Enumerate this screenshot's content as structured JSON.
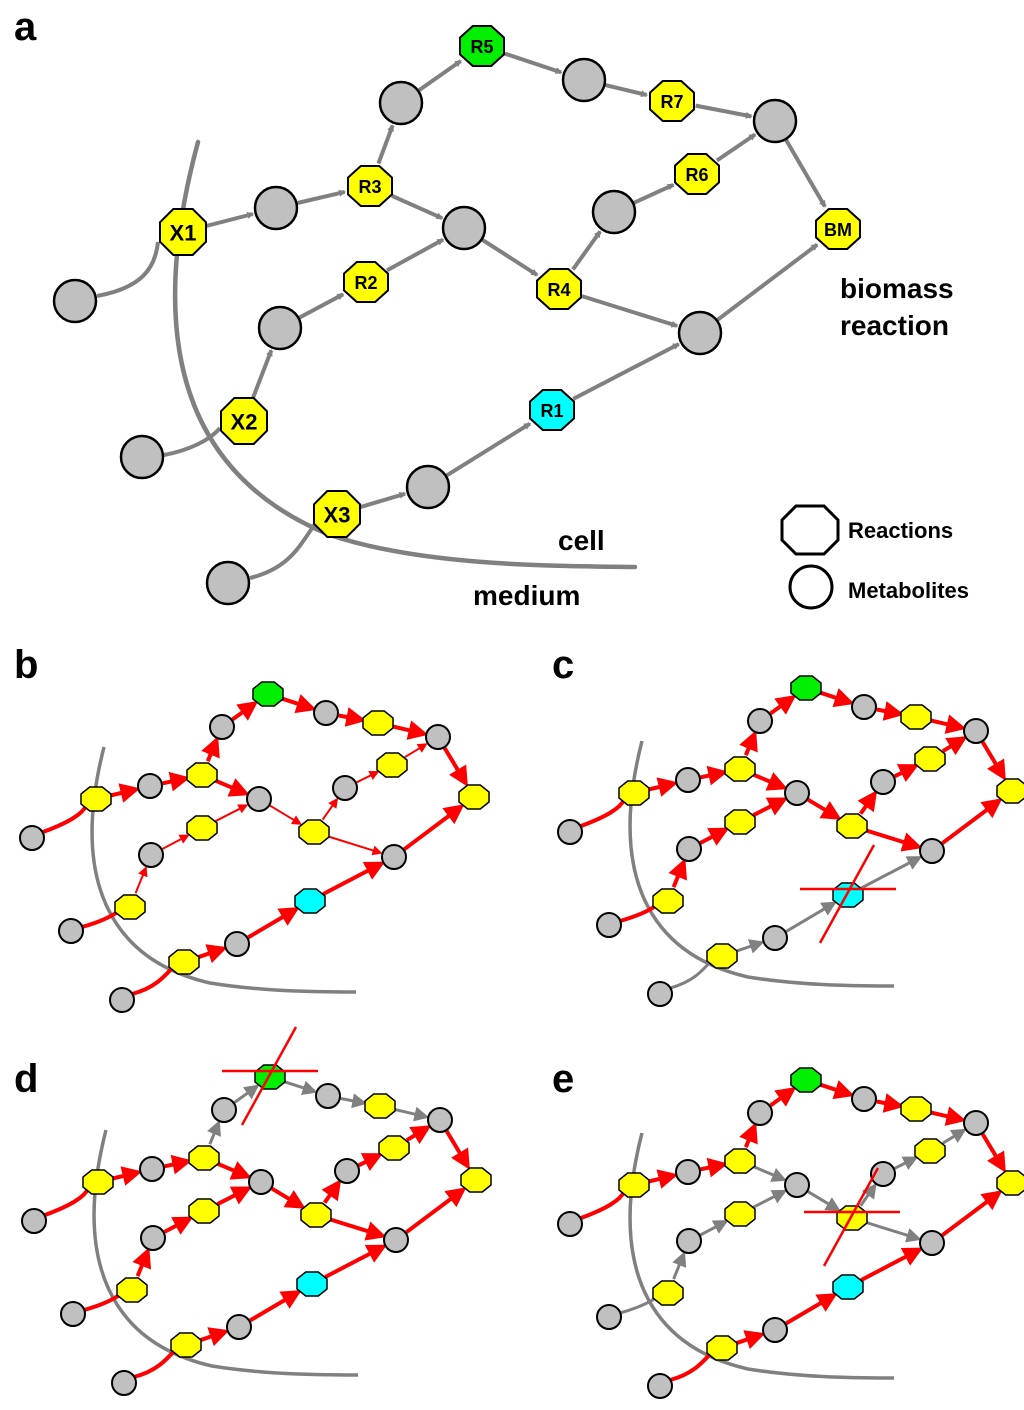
{
  "panels": {
    "a": "a",
    "b": "b",
    "c": "c",
    "d": "d",
    "e": "e"
  },
  "labels": {
    "biomass_line1": "biomass",
    "biomass_line2": "reaction",
    "cell": "cell",
    "medium": "medium"
  },
  "legend": {
    "reactions": "Reactions",
    "metabolites": "Metabolites"
  },
  "colors": {
    "reaction": "#ffff00",
    "reaction_R1": "#00ffff",
    "reaction_R5": "#00ee00",
    "metabolite": "#c0c0c0",
    "membrane": "#808080",
    "arrow_gray": "#808080",
    "arrow_red": "#ff0000"
  },
  "reactions": [
    {
      "id": "X1",
      "label": "X1"
    },
    {
      "id": "X2",
      "label": "X2"
    },
    {
      "id": "X3",
      "label": "X3"
    },
    {
      "id": "R1",
      "label": "R1"
    },
    {
      "id": "R2",
      "label": "R2"
    },
    {
      "id": "R3",
      "label": "R3"
    },
    {
      "id": "R4",
      "label": "R4"
    },
    {
      "id": "R5",
      "label": "R5"
    },
    {
      "id": "R6",
      "label": "R6"
    },
    {
      "id": "R7",
      "label": "R7"
    },
    {
      "id": "BM",
      "label": "BM"
    }
  ],
  "panel_states": {
    "b": {
      "knockout": null
    },
    "c": {
      "knockout": "R1"
    },
    "d": {
      "knockout": "R5"
    },
    "e": {
      "knockout": "R4"
    }
  }
}
